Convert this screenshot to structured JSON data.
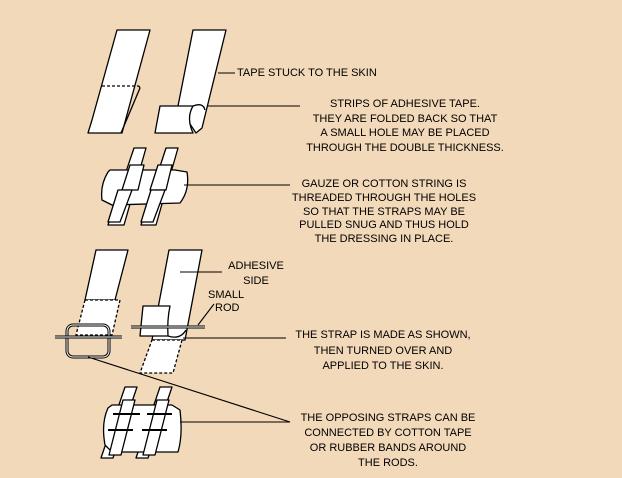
{
  "colors": {
    "background": "#F2D9BA",
    "ink": "#000000",
    "fill": "#FFFFFF"
  },
  "labels": {
    "tape_stuck": [
      "TAPE STUCK TO THE SKIN"
    ],
    "strips": [
      "STRIPS OF ADHESIVE TAPE.",
      "THEY ARE FOLDED BACK SO THAT",
      "A SMALL HOLE MAY BE PLACED",
      "THROUGH THE DOUBLE THICKNESS."
    ],
    "gauze": [
      "GAUZE OR COTTON STRING IS",
      "THREADED THROUGH THE HOLES",
      "SO THAT THE STRAPS MAY BE",
      "PULLED SNUG AND THUS HOLD",
      "THE DRESSING IN PLACE."
    ],
    "adhesive_side": [
      "ADHESIVE",
      "SIDE"
    ],
    "small_rod": [
      "SMALL",
      "ROD"
    ],
    "strap_made": [
      "THE STRAP IS MADE AS SHOWN,",
      "THEN TURNED OVER AND",
      "APPLIED TO THE SKIN."
    ],
    "opposing": [
      "THE OPPOSING STRAPS CAN BE",
      "CONNECTED BY COTTON TAPE",
      "OR RUBBER BANDS AROUND",
      "THE RODS."
    ]
  }
}
